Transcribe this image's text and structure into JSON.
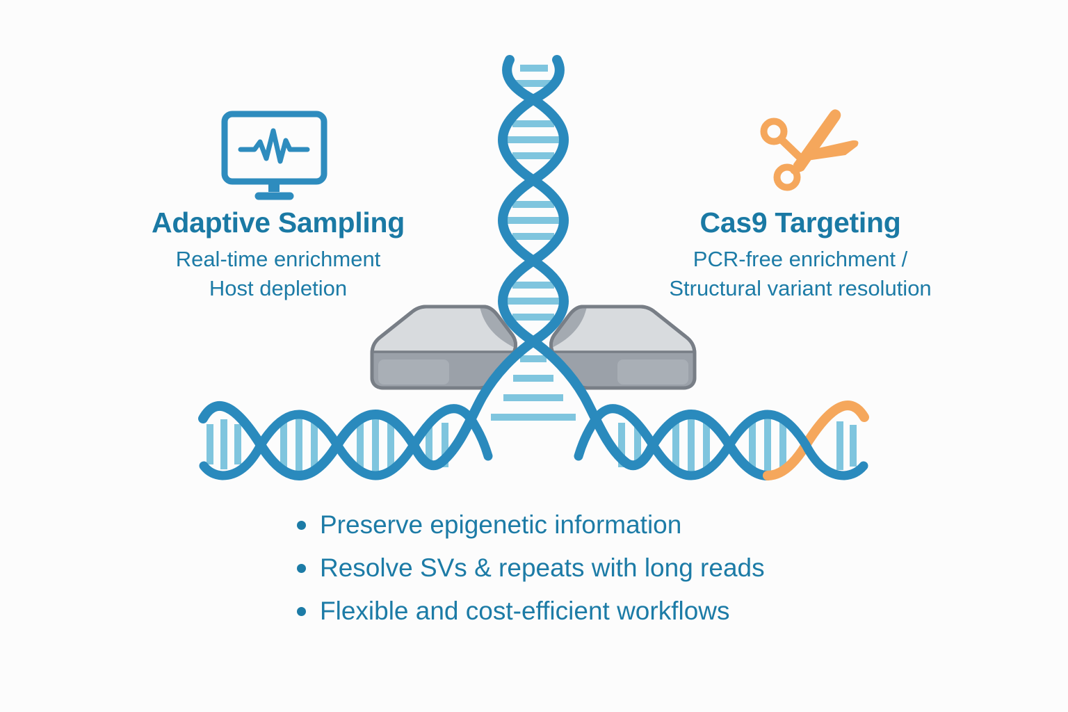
{
  "title_hint": "Nanopore targeted sequencing infographic",
  "left_feature": {
    "icon": "monitor-signal-icon",
    "title": "Adaptive Sampling",
    "subtitle_lines": [
      "Real-time enrichment",
      "Host depletion"
    ]
  },
  "right_feature": {
    "icon": "scissors-icon",
    "title": "Cas9 Targeting",
    "subtitle_lines": [
      "PCR-free enrichment /",
      "Structural variant resolution"
    ]
  },
  "bullets": [
    "Preserve epigenetic information",
    "Resolve SVs & repeats with long reads",
    "Flexible and cost-efficient workflows"
  ],
  "diagram_elements": {
    "center_device": "flow-cell-device",
    "vertical_strand": "dna-double-helix-vertical",
    "horizontal_strand": "dna-double-helix-horizontal",
    "highlight_segment": "cas9-cut-orange-segment"
  },
  "colors": {
    "text_teal": "#1c7ba6",
    "strand_blue": "#2a8abd",
    "rung_light_blue": "#7fc5de",
    "accent_orange": "#f5a75c",
    "device_gray_top": "#d8dbde",
    "device_gray_front": "#9ba1a9",
    "device_outline": "#787e86",
    "background": "#fcfcfc"
  }
}
